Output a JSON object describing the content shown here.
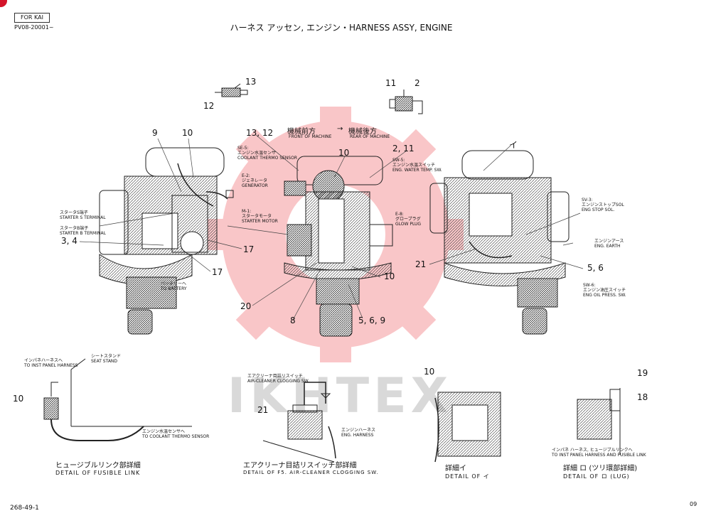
{
  "header": {
    "tag": "FOR KAI",
    "serial": "PV08-20001~",
    "title": "ハーネス アッセン, エンジン・HARNESS ASSY, ENGINE"
  },
  "watermark": {
    "text": "IKHTEX",
    "color": "#e8000b"
  },
  "accent_color": "#d4142a",
  "orientation": {
    "front_jp": "機械前方",
    "front_en": "FRONT OF MACHINE",
    "rear_jp": "機械後方",
    "rear_en": "REAR OF MACHINE"
  },
  "callouts": {
    "c13": "13",
    "c12": "12",
    "c11": "11",
    "c2": "2",
    "c9": "9",
    "c10a": "10",
    "c1312": "13, 12",
    "c10b": "10",
    "c211": "2, 11",
    "ci": "イ",
    "c34": "3, 4",
    "c17a": "17",
    "c17b": "17",
    "c20": "20",
    "c8": "8",
    "c569": "5, 6, 9",
    "c10c": "10",
    "c21a": "21",
    "c56": "5, 6",
    "c10d": "10",
    "c21b": "21",
    "c10e": "10",
    "c19": "19",
    "c18": "18"
  },
  "labels": {
    "starter_s_jp": "スタータS端子",
    "starter_s_en": "STARTER S TERMINAL",
    "starter_b_jp": "スタータB端子",
    "starter_b_en": "STARTER B TERMINAL",
    "battery_jp": "バッテリーへ",
    "battery_en": "TO BATTERY",
    "se5_code": "SE-5:",
    "se5_jp": "エンジン水温センサ",
    "se5_en": "COOLANT THERMO SENSOR",
    "e2_code": "E-2:",
    "e2_jp": "ジェネレータ",
    "e2_en": "GENERATOR",
    "m1_code": "M-1:",
    "m1_jp": "スタータモータ",
    "m1_en": "STARTER MOTOR",
    "sw5_code": "SW-5:",
    "sw5_jp": "エンジン水温スイッチ",
    "sw5_en": "ENG. WATER TEMP. SW.",
    "e8_code": "E-8:",
    "e8_jp": "グロープラグ",
    "e8_en": "GLOW PLUG",
    "sv3_code": "SV-3:",
    "sv3_jp": "エンジンストップSOL",
    "sv3_en": "ENG STOP SOL.",
    "earth_jp": "エンジンアース",
    "earth_en": "ENG. EARTH",
    "sw6_code": "SW-6:",
    "sw6_jp": "エンジン油圧スイッチ",
    "sw6_en": "ENG OIL PRESS. SW.",
    "inst_jp": "インパネハーネスへ",
    "inst_en": "TO INST PANEL HARNESS",
    "seat_jp": "シートスタンド",
    "seat_en": "SEAT STAND",
    "coolant_to_jp": "エンジン水温センサへ",
    "coolant_to_en": "TO COOLANT THERMO SENSOR",
    "aircl_jp": "エアクリーナ目詰リスイッチ",
    "aircl_en": "AIR-CLEANER CLOGGING SW.",
    "eng_harn_jp": "エンジンハーネス",
    "eng_harn_en": "ENG. HARNESS",
    "lug_jp": "インパネ ハーネス, ヒュージブルリンクへ",
    "lug_en": "TO INST PANEL HARNESS AND FUSIBLE LINK"
  },
  "captions": {
    "fusible_jp": "ヒュージブルリンク部詳細",
    "fusible_en": "DETAIL OF FUSIBLE LINK",
    "aircl_jp": "エアクリーナ目詰リスイッチ部詳細",
    "aircl_en": "DETAIL OF F5. AIR-CLEANER CLOGGING SW.",
    "i_jp": "詳細イ",
    "i_en": "DETAIL OF イ",
    "ro_jp": "詳細 ロ (ツリ環部詳細)",
    "ro_en": "DETAIL OF ロ (LUG)"
  },
  "footer": {
    "page_ref": "268-49-1",
    "page_no": "09"
  }
}
